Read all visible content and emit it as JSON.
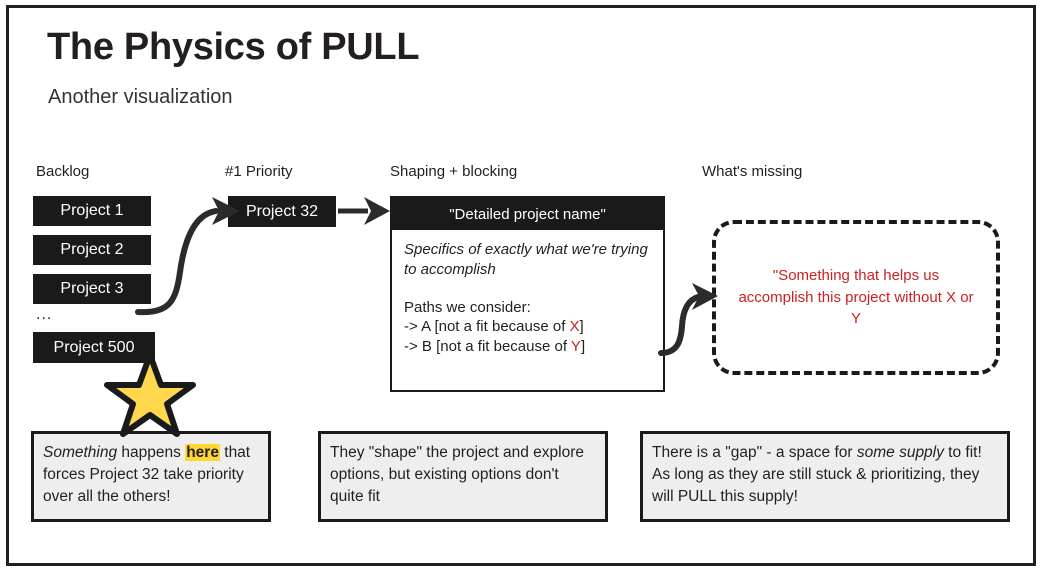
{
  "page": {
    "title": "The Physics of PULL",
    "subtitle": "Another visualization"
  },
  "columns": {
    "backlog": {
      "header": "Backlog"
    },
    "priority": {
      "header": "#1 Priority"
    },
    "shaping": {
      "header": "Shaping + blocking"
    },
    "missing": {
      "header": "What's missing"
    }
  },
  "backlog": {
    "items": [
      {
        "label": "Project 1"
      },
      {
        "label": "Project 2"
      },
      {
        "label": "Project 3"
      }
    ],
    "ellipsis": "...",
    "last_item": {
      "label": "Project 500"
    }
  },
  "priority": {
    "card": {
      "label": "Project 32"
    }
  },
  "shaping_card": {
    "header": "\"Detailed project name\"",
    "specifics": "Specifics of exactly what we're trying to accomplish",
    "paths_label": "Paths we consider:",
    "paths": [
      {
        "prefix": "-> A [not a fit because of ",
        "highlight": "X",
        "suffix": "]"
      },
      {
        "prefix": "-> B [not a fit because of ",
        "highlight": "Y",
        "suffix": "]"
      }
    ]
  },
  "gap_box": {
    "text": "\"Something that helps us accomplish this project without X or Y"
  },
  "captions": {
    "left": {
      "part1_italic": "Something",
      "part2": " happens ",
      "part3_highlight": "here",
      "part4": " that forces Project 32 take priority over all the others!"
    },
    "middle": {
      "text": "They \"shape\" the project and explore options, but existing options don't quite fit"
    },
    "right": {
      "part1": "There is a \"gap\" - a space for ",
      "part2_italic": "some supply",
      "part3": " to fit! As long as they are still stuck & prioritizing, they will PULL this supply!"
    }
  },
  "colors": {
    "ink": "#231f20",
    "card_dark": "#1a1a1a",
    "accent_red": "#cc2222",
    "highlight_yellow": "#ffd633",
    "star_fill": "#ffd84d",
    "caption_bg": "#eeeeee"
  },
  "decorations": {
    "star": {
      "name": "star-shape"
    },
    "arrow_backlog_to_priority": {
      "name": "curved-arrow"
    },
    "arrow_priority_to_shaping": {
      "name": "straight-arrow"
    },
    "arrow_shaping_to_gap": {
      "name": "curved-arrow"
    }
  }
}
